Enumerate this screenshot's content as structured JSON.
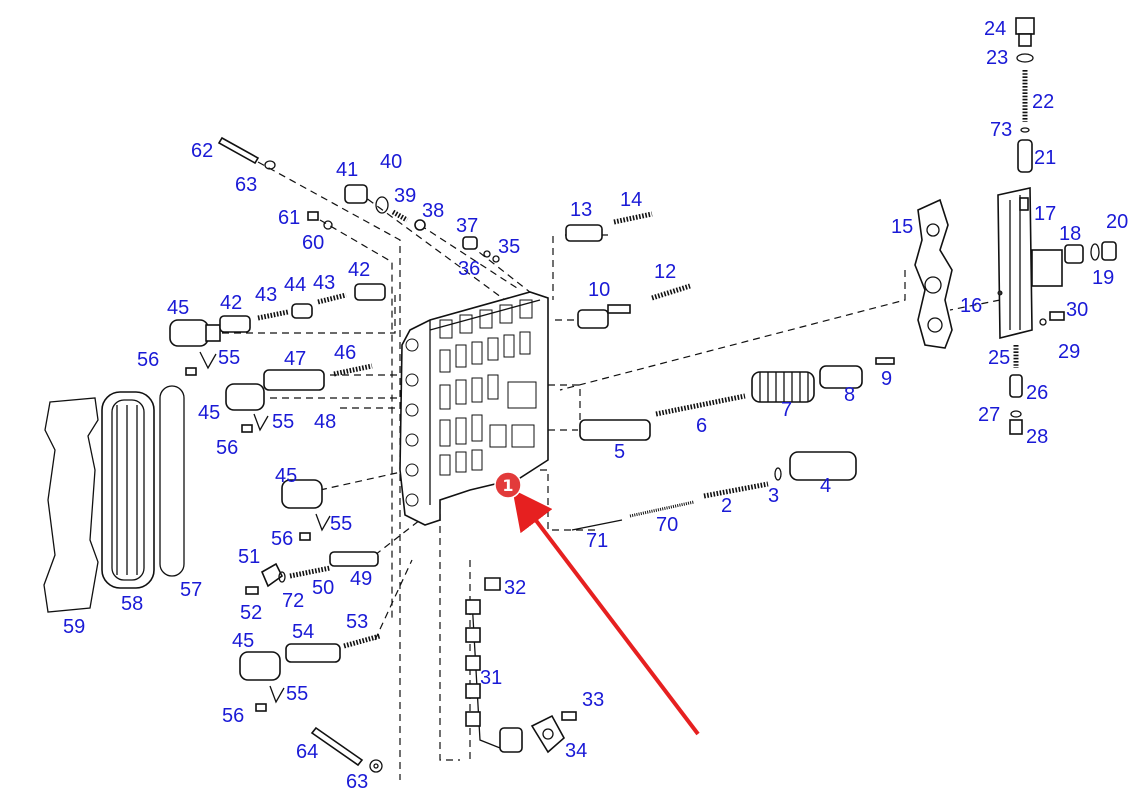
{
  "diagram": {
    "part_numbers": [
      "1",
      "2",
      "3",
      "4",
      "5",
      "6",
      "7",
      "8",
      "9",
      "10",
      "12",
      "13",
      "14",
      "15",
      "16",
      "17",
      "18",
      "19",
      "20",
      "21",
      "22",
      "23",
      "24",
      "25",
      "26",
      "27",
      "28",
      "29",
      "30",
      "31",
      "32",
      "33",
      "34",
      "35",
      "36",
      "37",
      "38",
      "39",
      "40",
      "41",
      "42",
      "42",
      "43",
      "43",
      "44",
      "45",
      "45",
      "45",
      "45",
      "46",
      "47",
      "48",
      "49",
      "50",
      "51",
      "52",
      "53",
      "54",
      "55",
      "55",
      "55",
      "55",
      "56",
      "56",
      "56",
      "56",
      "57",
      "58",
      "59",
      "60",
      "61",
      "62",
      "63",
      "63",
      "64",
      "70",
      "71",
      "72",
      "73"
    ],
    "callout": {
      "label": "1",
      "color": "#e23b3b"
    },
    "colors": {
      "label": "#1a1ad6",
      "line": "#111111",
      "arrow": "#e62020"
    }
  }
}
